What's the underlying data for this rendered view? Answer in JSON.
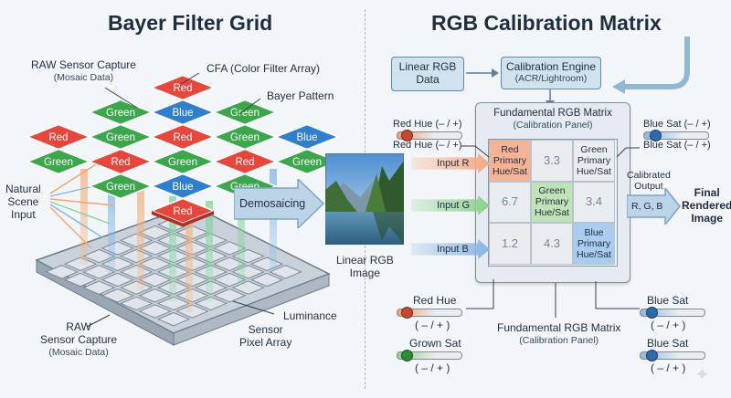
{
  "left": {
    "title": "Bayer Filter Grid",
    "raw_sensor_top": "RAW Sensor Capture",
    "raw_sensor_top_sub": "(Mosaic Data)",
    "cfa": "CFA (Color Filter Array)",
    "bayer_pattern": "Bayer Pattern",
    "natural_scene": [
      "Natural",
      "Scene",
      "Input"
    ],
    "luminance": "Luminance",
    "sensor_pixel_array": [
      "Sensor",
      "Pixel Array"
    ],
    "raw_sensor_bottom": [
      "RAW",
      "Sensor Capture"
    ],
    "raw_sensor_bottom_sub": "(Mosaic Data)",
    "demosaicing": "Demosaicing",
    "linear_rgb_image": [
      "Linear RGB",
      "Image"
    ],
    "mosaic_rows": [
      [
        "Red"
      ],
      [
        "Green",
        "Blue",
        "Green"
      ],
      [
        "Red",
        "Green",
        "Red",
        "Green",
        "Blue"
      ],
      [
        "Green",
        "Red",
        "Green",
        "Red",
        "Green"
      ],
      [
        "Green",
        "Blue",
        "Green"
      ],
      [
        "Red"
      ]
    ]
  },
  "right": {
    "title": "RGB Calibration Matrix",
    "linear_rgb_data": [
      "Linear RGB",
      "Data"
    ],
    "calibration_engine": "Calibration Engine",
    "calibration_engine_sub": "(ACR/Lightroom)",
    "matrix_title": "Fundamental RGB Matrix",
    "matrix_sub": "(Calibration Panel)",
    "red_hue_top": "Red Hue (– / +)",
    "red_hue_mid": "Red Hue (– / +)",
    "blue_sat_top": "Blue Sat (– / +)",
    "blue_sat_mid": "Blue Sat (– / +)",
    "inputs": [
      "Input R",
      "Input G",
      "Input B"
    ],
    "cells": [
      [
        "Red Primary Hue/Sat",
        "3.3",
        "Green Primary Hue/Sat"
      ],
      [
        "6.7",
        "Green Primary Hue/Sat",
        "3.4"
      ],
      [
        "1.2",
        "4.3",
        "Blue Primary Hue/Sat"
      ]
    ],
    "calibrated_output": [
      "Calibrated",
      "Output"
    ],
    "rgb_out": "R, G, B",
    "final_rendered": [
      "Final",
      "Rendered",
      "Image"
    ],
    "bottom_matrix_title": "Fundamental RGB Matrix",
    "bottom_matrix_sub": "(Calibration Panel)",
    "red_hue": "Red Hue",
    "red_hue_pm": "( – / + )",
    "grown_sat": "Grown Sat",
    "grown_sat_pm": "( – / + )",
    "blue_sat_1": "Blue Sat",
    "blue_sat_1_pm": "( – / + )",
    "blue_sat_2": "Blue Sat",
    "blue_sat_2_pm": "( – / + )"
  },
  "colors": {
    "red": "#e8463a",
    "green": "#3aa84a",
    "blue": "#2f7fd0",
    "arrow": "#9fc0dc"
  }
}
